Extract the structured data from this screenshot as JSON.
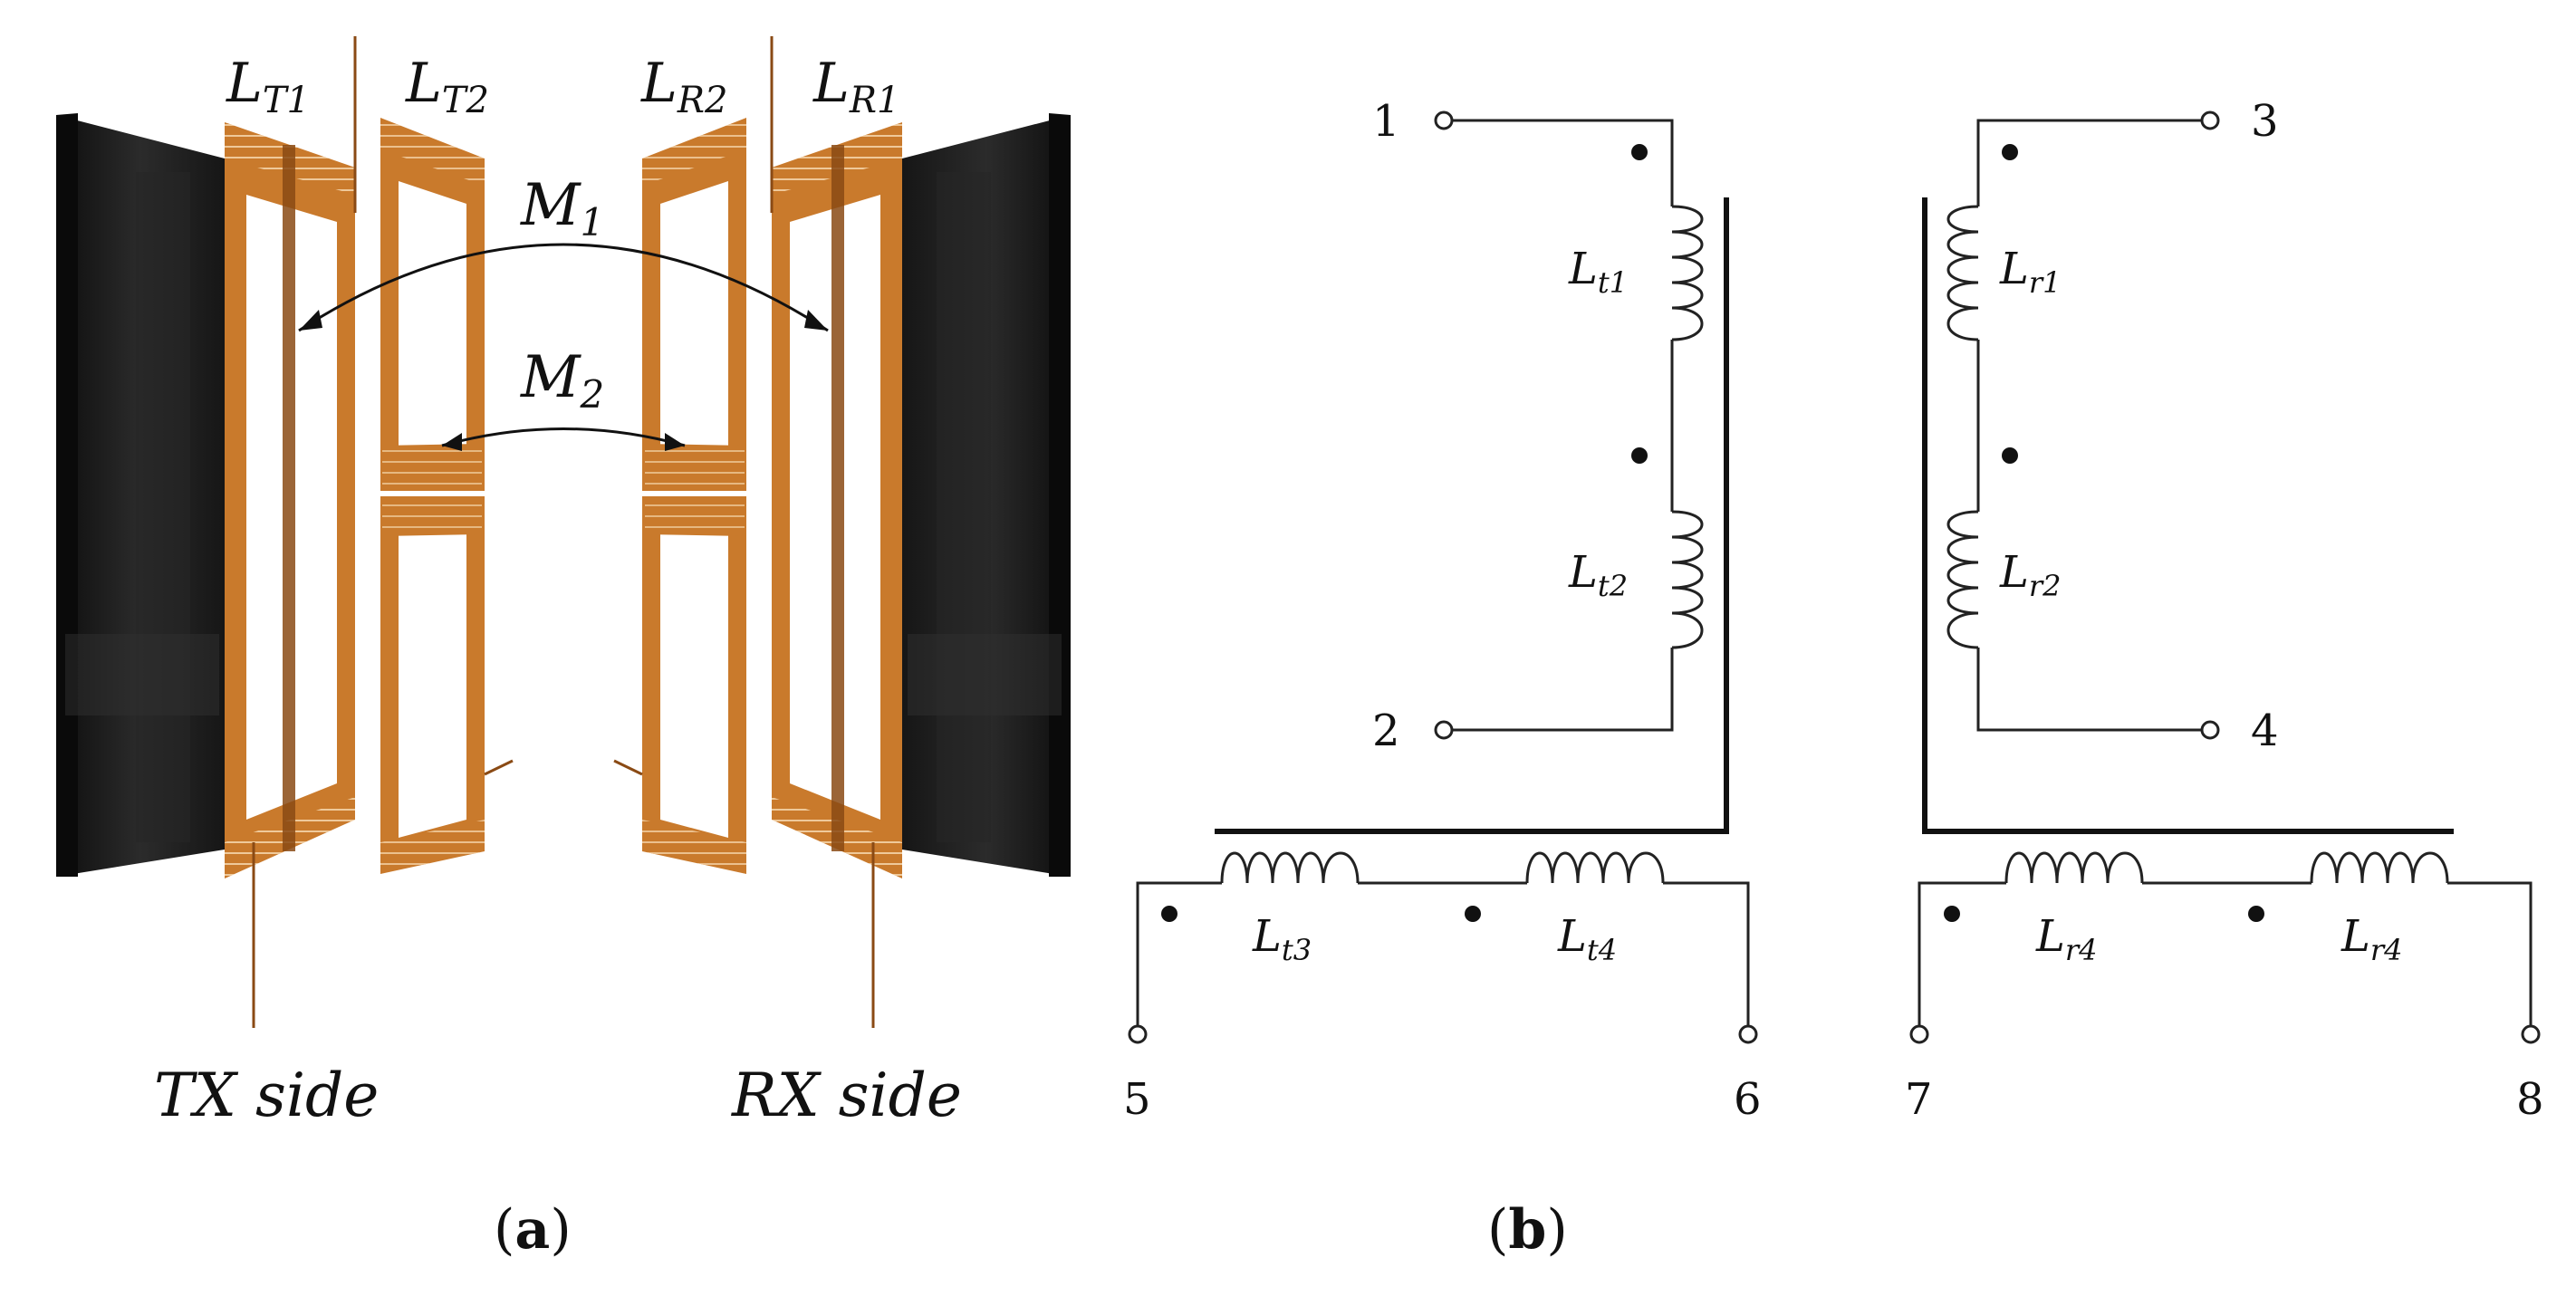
{
  "panel_a": {
    "coil_labels": {
      "lt1": {
        "base": "L",
        "sub": "T1"
      },
      "lt2": {
        "base": "L",
        "sub": "T2"
      },
      "lr2": {
        "base": "L",
        "sub": "R2"
      },
      "lr1": {
        "base": "L",
        "sub": "R1"
      }
    },
    "mutual_labels": {
      "m1": {
        "base": "M",
        "sub": "1"
      },
      "m2": {
        "base": "M",
        "sub": "2"
      }
    },
    "side_labels": {
      "tx": "TX side",
      "rx": "RX side"
    },
    "caption_open": "(",
    "caption_letter": "a",
    "caption_close": ")"
  },
  "panel_b": {
    "terminals": {
      "t1": "1",
      "t2": "2",
      "t3": "3",
      "t4": "4",
      "t5": "5",
      "t6": "6",
      "t7": "7",
      "t8": "8"
    },
    "inductors": {
      "lt1": {
        "base": "L",
        "sub": "t1"
      },
      "lt2": {
        "base": "L",
        "sub": "t2"
      },
      "lt3": {
        "base": "L",
        "sub": "t3"
      },
      "lt4": {
        "base": "L",
        "sub": "t4"
      },
      "lr1": {
        "base": "L",
        "sub": "r1"
      },
      "lr2": {
        "base": "L",
        "sub": "r2"
      },
      "lr4a": {
        "base": "L",
        "sub": "r4"
      },
      "lr4b": {
        "base": "L",
        "sub": "r4"
      }
    },
    "caption_open": "(",
    "caption_letter": "b",
    "caption_close": ")"
  },
  "colors": {
    "copper": "#c97a2c",
    "copper_dark": "#8a4a14",
    "plate": "#1c1c1c",
    "ink": "#111111"
  }
}
